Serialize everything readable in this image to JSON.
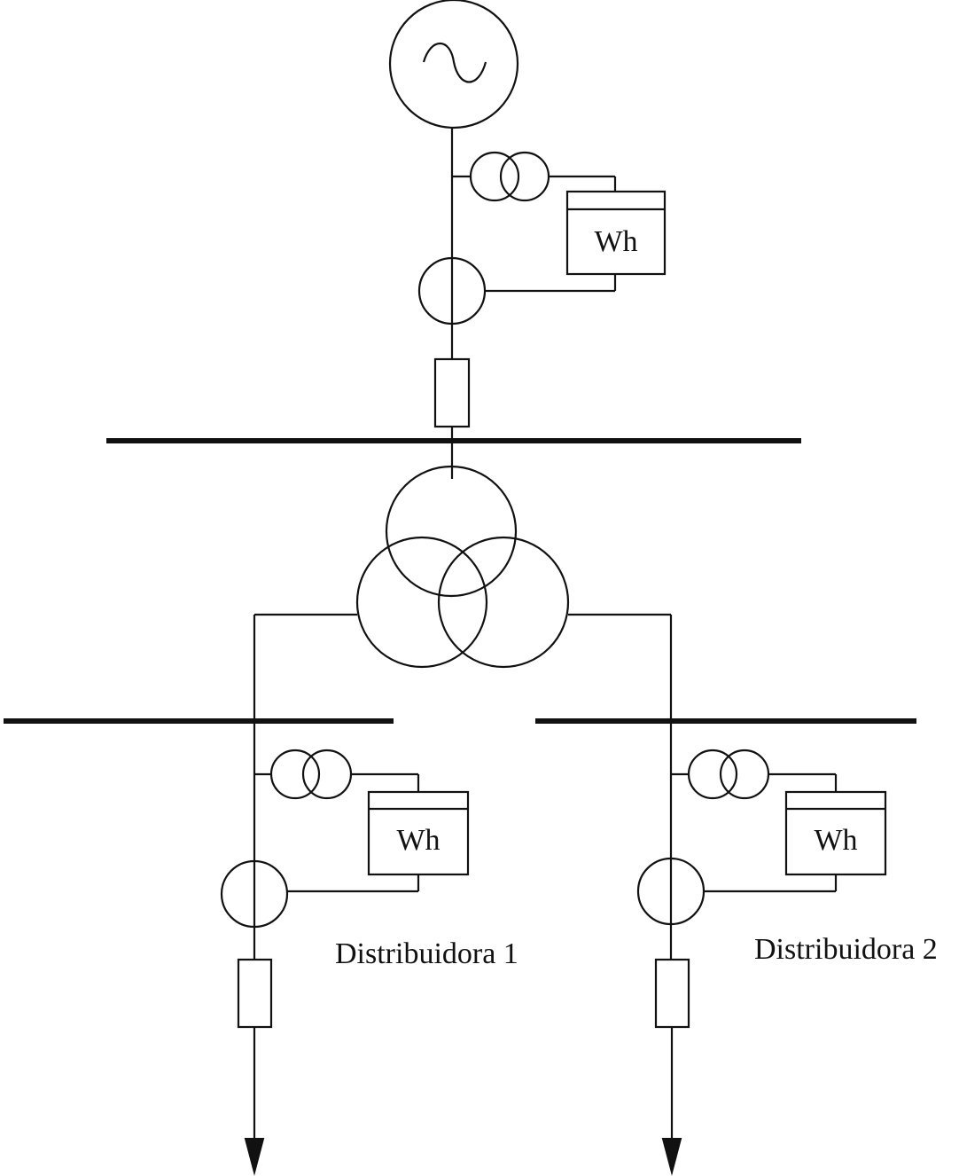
{
  "diagram": {
    "generator_symbol": "generator-ac-icon",
    "meters": [
      {
        "label": "Wh"
      },
      {
        "label": "Wh"
      },
      {
        "label": "Wh"
      }
    ],
    "feeders": [
      {
        "label": "Distribuidora 1"
      },
      {
        "label": "Distribuidora 2"
      }
    ],
    "line_color": "#111111",
    "background": "#ffffff"
  }
}
